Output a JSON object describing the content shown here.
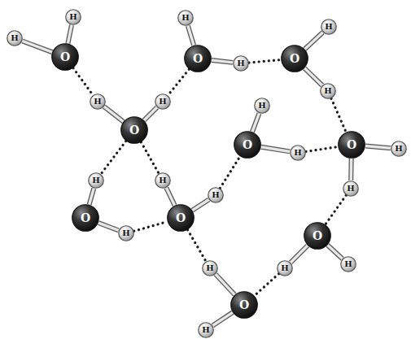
{
  "diagram": {
    "nodes": [
      {
        "text": [
          "H"
        ]
      },
      {
        "text": [
          "H"
        ]
      },
      {
        "text": [
          "O"
        ]
      },
      {
        "text": [
          "H"
        ]
      },
      {
        "text": [
          "O"
        ]
      },
      {
        "text": [
          "H"
        ]
      },
      {
        "text": [
          "O"
        ]
      },
      {
        "text": [
          "H"
        ]
      },
      {
        "text": [
          "H"
        ]
      },
      {
        "text": [
          "H"
        ]
      },
      {
        "text": [
          "H"
        ]
      },
      {
        "text": [
          "O"
        ]
      },
      {
        "text": [
          "H"
        ]
      },
      {
        "text": [
          "O"
        ]
      },
      {
        "text": [
          "H"
        ]
      },
      {
        "text": [
          "O"
        ]
      },
      {
        "text": [
          "H"
        ]
      },
      {
        "text": [
          "H"
        ]
      },
      {
        "text": [
          "H"
        ]
      },
      {
        "text": [
          "H"
        ]
      },
      {
        "text": [
          "O"
        ]
      },
      {
        "text": [
          "H"
        ]
      },
      {
        "text": [
          "O"
        ]
      },
      {
        "text": [
          "H"
        ]
      },
      {
        "text": [
          "O"
        ]
      },
      {
        "text": [
          "H"
        ]
      },
      {
        "text": [
          "H"
        ]
      },
      {
        "text": [
          "H"
        ]
      },
      {
        "text": [
          "O"
        ]
      },
      {
        "text": [
          "H"
        ]
      }
    ],
    "edges": [
      {
        "from": 2,
        "to": 0,
        "arrow": "none"
      },
      {
        "from": 2,
        "to": 1,
        "arrow": "none"
      },
      {
        "from": 4,
        "to": 3,
        "arrow": "none"
      },
      {
        "from": 4,
        "to": 5,
        "arrow": "none"
      },
      {
        "from": 6,
        "to": 7,
        "arrow": "none"
      },
      {
        "from": 6,
        "to": 8,
        "arrow": "none"
      },
      {
        "from": 11,
        "to": 9,
        "arrow": "none"
      },
      {
        "from": 11,
        "to": 10,
        "arrow": "none"
      },
      {
        "from": 13,
        "to": 12,
        "arrow": "none"
      },
      {
        "from": 13,
        "to": 14,
        "arrow": "none"
      },
      {
        "from": 15,
        "to": 16,
        "arrow": "none"
      },
      {
        "from": 15,
        "to": 17,
        "arrow": "none"
      },
      {
        "from": 20,
        "to": 18,
        "arrow": "none"
      },
      {
        "from": 20,
        "to": 21,
        "arrow": "none"
      },
      {
        "from": 22,
        "to": 19,
        "arrow": "none"
      },
      {
        "from": 22,
        "to": 23,
        "arrow": "none"
      },
      {
        "from": 24,
        "to": 25,
        "arrow": "none"
      },
      {
        "from": 24,
        "to": 26,
        "arrow": "none"
      },
      {
        "from": 28,
        "to": 27,
        "arrow": "none"
      },
      {
        "from": 28,
        "to": 29,
        "arrow": "none"
      },
      {
        "from": 2,
        "to": 9,
        "arrow": "none"
      },
      {
        "from": 4,
        "to": 10,
        "arrow": "none"
      },
      {
        "from": 5,
        "to": 6,
        "arrow": "none"
      },
      {
        "from": 8,
        "to": 15,
        "arrow": "none"
      },
      {
        "from": 11,
        "to": 18,
        "arrow": "none"
      },
      {
        "from": 11,
        "to": 19,
        "arrow": "none"
      },
      {
        "from": 21,
        "to": 22,
        "arrow": "none"
      },
      {
        "from": 23,
        "to": 13,
        "arrow": "none"
      },
      {
        "from": 14,
        "to": 15,
        "arrow": "none"
      },
      {
        "from": 17,
        "to": 24,
        "arrow": "none"
      },
      {
        "from": 22,
        "to": 27,
        "arrow": "none"
      },
      {
        "from": 26,
        "to": 28,
        "arrow": "none"
      }
    ]
  }
}
